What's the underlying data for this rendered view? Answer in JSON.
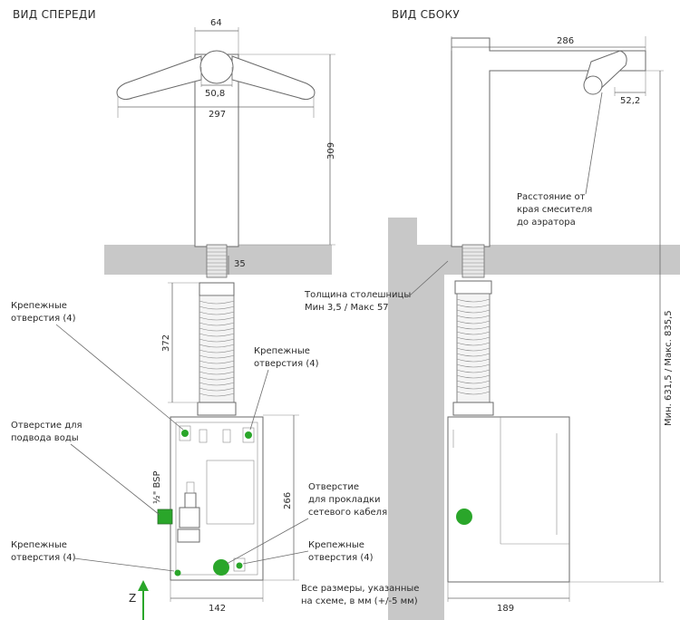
{
  "titles": {
    "front": "ВИД СПЕРЕДИ",
    "side": "ВИД СБОКУ"
  },
  "dimensions": {
    "top_width": "64",
    "arm_span": "297",
    "hub": "50,8",
    "height": "309",
    "shank": "35",
    "hose": "372",
    "box_height": "266",
    "box_width_front": "142",
    "side_reach": "286",
    "aerator": "52,2",
    "box_width_side": "189",
    "total_height": "Мин. 631,5 / Макс. 835,5",
    "bsp": "½\" BSP"
  },
  "labels": {
    "mount1": [
      "Крепежные",
      "отверстия (4)"
    ],
    "mount2": [
      "Крепежные",
      "отверстия (4)"
    ],
    "mount3": [
      "Крепежные",
      "отверстия (4)"
    ],
    "mount4": [
      "Крепежные",
      "отверстия (4)"
    ],
    "water": [
      "Отверстие для",
      "подвода воды"
    ],
    "cable": [
      "Отверстие",
      "для прокладки",
      "сетевого кабеля"
    ],
    "countertop": [
      "Толщина столешницы",
      "Мин 3,5 / Макс 57"
    ],
    "aerator_dist": [
      "Расстояние от",
      "края смесителя",
      "до аэратора"
    ],
    "note": [
      "Все размеры, указанные",
      "на схеме, в мм (+/-5 мм)"
    ],
    "axis": "Z"
  },
  "colors": {
    "green": "#2aa62a",
    "counter": "#c8c8c8",
    "line": "#6a6a6a"
  }
}
